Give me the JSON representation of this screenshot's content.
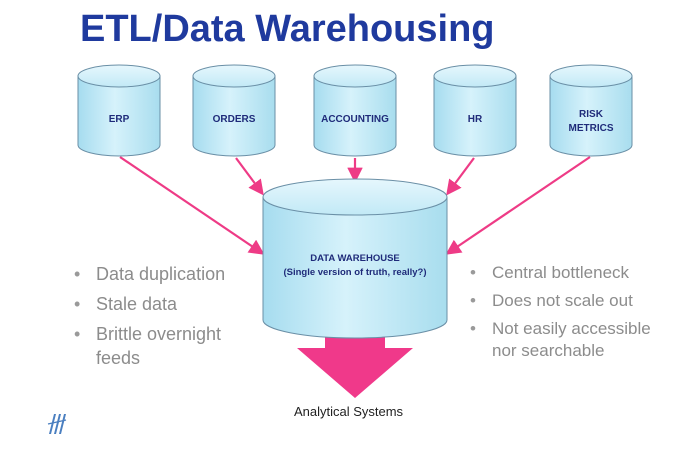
{
  "title": "ETL/Data Warehousing",
  "sources": [
    {
      "label_lines": [
        "ERP"
      ]
    },
    {
      "label_lines": [
        "ORDERS"
      ]
    },
    {
      "label_lines": [
        "ACCOUNTING"
      ]
    },
    {
      "label_lines": [
        "HR"
      ]
    },
    {
      "label_lines": [
        "RISK",
        "METRICS"
      ]
    }
  ],
  "warehouse": {
    "label": "DATA WAREHOUSE",
    "sublabel": "(Single version of truth, really?)"
  },
  "left_bullets": [
    "Data duplication",
    "Stale data",
    "Brittle overnight feeds"
  ],
  "right_bullets": [
    "Central bottleneck",
    "Does not scale out",
    "Not easily accessible nor searchable"
  ],
  "output_label": "Analytical Systems",
  "colors": {
    "title": "#1f3a9e",
    "cylinder_fill": "#bfe8f6",
    "cylinder_stroke": "#6a8fa6",
    "arrow": "#ee3b86",
    "big_arrow": "#f0398a"
  },
  "logo_icon": "stylized-logo-icon"
}
